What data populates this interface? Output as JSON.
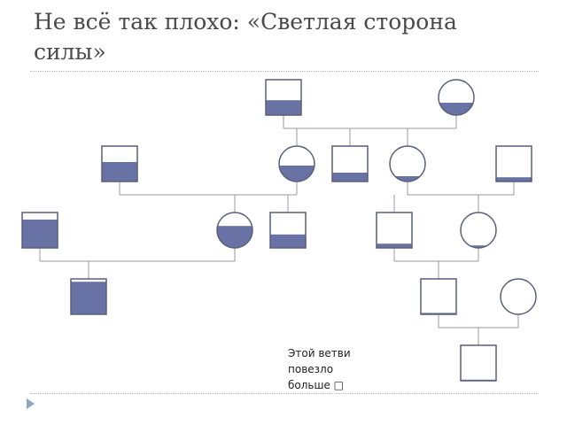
{
  "slide": {
    "title_line1": "Не всё так плохо: «Светлая сторона",
    "title_line2": "силы»"
  },
  "note": {
    "line1": "Этой ветви",
    "line2": "повезло",
    "line3": "больше □"
  },
  "colors": {
    "fill": "#6872a4",
    "stroke": "#5a5f7a",
    "line": "#9a9a9a",
    "divider": "#b8b8b8",
    "bullet": "#8fa6bf"
  },
  "pedigree": {
    "individuals": [
      {
        "id": "g1-male",
        "sex": "male",
        "fill": 0.42
      },
      {
        "id": "g1-female",
        "sex": "female",
        "fill": 0.35
      },
      {
        "id": "g2-male-left",
        "sex": "male",
        "fill": 0.55
      },
      {
        "id": "g2-female-center",
        "sex": "female",
        "fill": 0.45
      },
      {
        "id": "g2-male-center",
        "sex": "male",
        "fill": 0.25
      },
      {
        "id": "g2-female-right",
        "sex": "female",
        "fill": 0.15
      },
      {
        "id": "g2-male-right",
        "sex": "male",
        "fill": 0.12
      },
      {
        "id": "g3-male-left",
        "sex": "male",
        "fill": 0.8
      },
      {
        "id": "g3-female-center",
        "sex": "female",
        "fill": 0.62
      },
      {
        "id": "g3-male-center",
        "sex": "male",
        "fill": 0.38
      },
      {
        "id": "g3-male-right",
        "sex": "male",
        "fill": 0.12
      },
      {
        "id": "g3-female-right",
        "sex": "female",
        "fill": 0.07
      },
      {
        "id": "g4-male-left",
        "sex": "male",
        "fill": 0.92
      },
      {
        "id": "g4-male-right",
        "sex": "male",
        "fill": 0.04
      },
      {
        "id": "g4-female-right",
        "sex": "female",
        "fill": 0
      },
      {
        "id": "g5-male",
        "sex": "male",
        "fill": 0.03
      }
    ]
  }
}
